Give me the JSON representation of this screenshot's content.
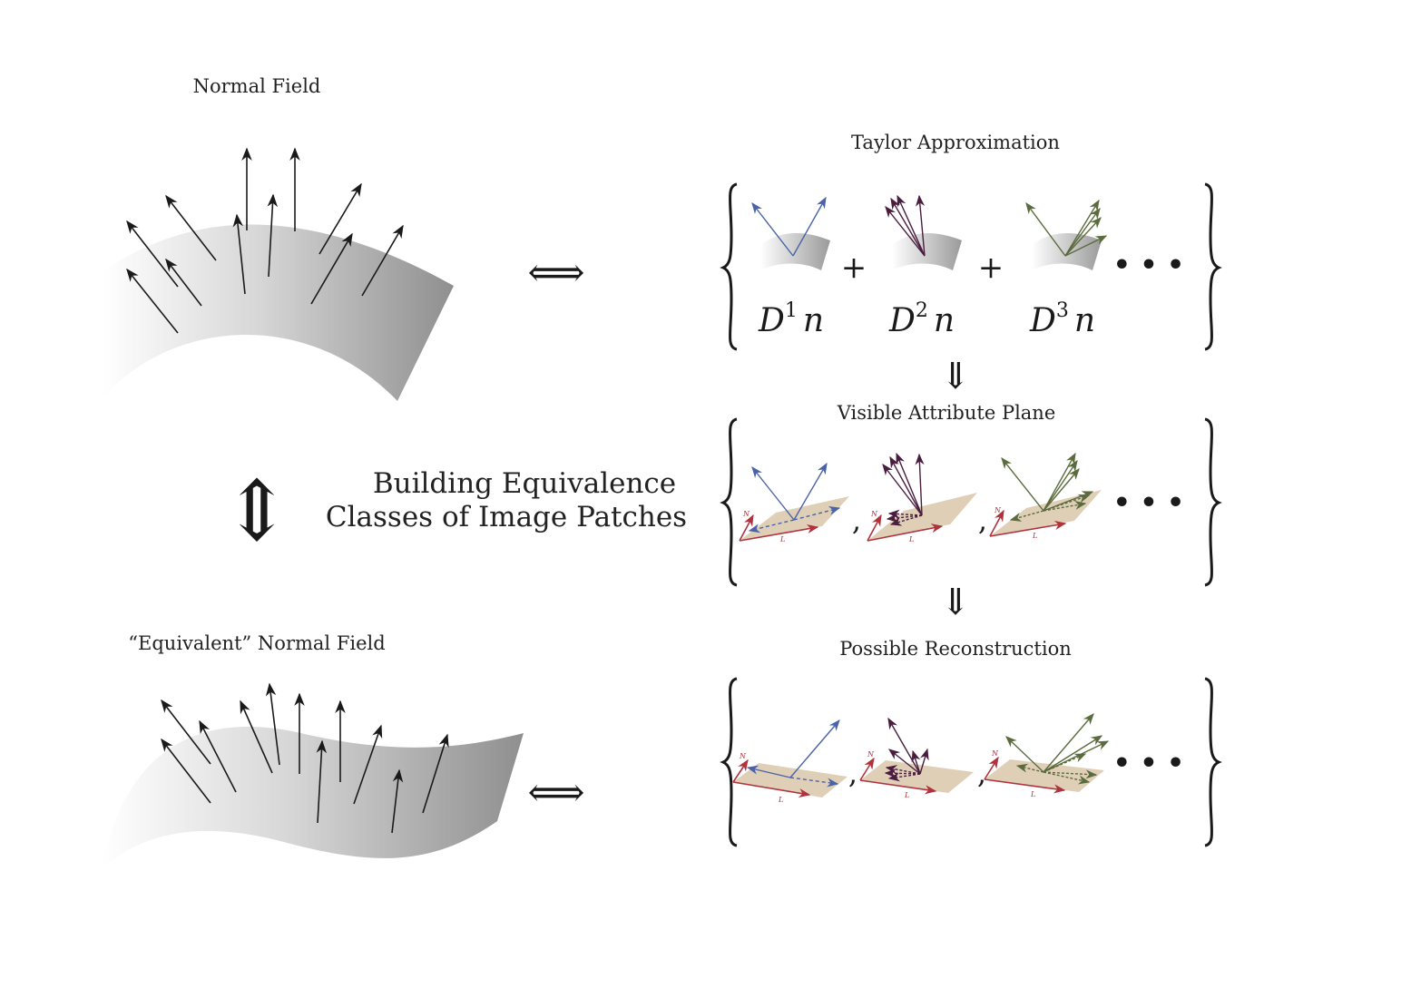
{
  "titles": {
    "normal_field": "Normal Field",
    "equivalent_field": "“Equivalent” Normal Field",
    "taylor": "Taylor Approximation",
    "visible_plane": "Visible Attribute Plane",
    "reconstruction": "Possible Reconstruction"
  },
  "center_caption": {
    "line1": "Building Equivalence",
    "line2": "Classes of Image Patches"
  },
  "taylor_terms": [
    {
      "base": "D",
      "sup": "1",
      "var": "n"
    },
    {
      "base": "D",
      "sup": "2",
      "var": "n"
    },
    {
      "base": "D",
      "sup": "3",
      "var": "n"
    }
  ],
  "symbols": {
    "plus": "+",
    "comma": ",",
    "ellipsis": "• • •",
    "iff": "⟺",
    "implies_down": "⇓",
    "updown": "⇕"
  },
  "plane_labels": {
    "n_label": "N",
    "l_label": "L"
  },
  "colors": {
    "order1": "#4a63a8",
    "order2": "#4a1d3f",
    "order3": "#5a6b3e",
    "plane_fill": "#e0cfb7",
    "plane_edge": "#b0323c",
    "arrow": "#1a1a1a"
  }
}
